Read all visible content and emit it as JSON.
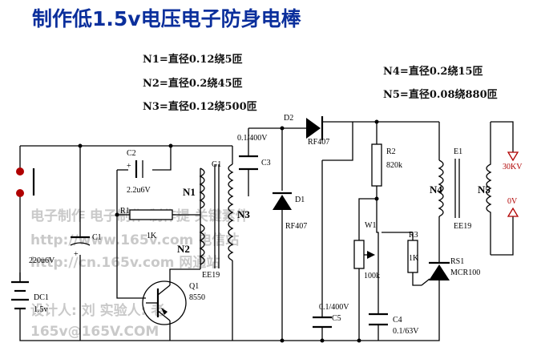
{
  "title": "制作低1.5v电压电子防身电棒",
  "specs": [
    "N1=直径0.12绕5匝",
    "N2=直径0.2绕45匝",
    "N3=直径0.12绕500匝",
    "N4=直径0.2绕15匝",
    "N5=直径0.08绕880匝"
  ],
  "labels": {
    "c2": "C2",
    "c2_val": "2.2u6V",
    "c1": "C1",
    "c1_val": "220u6V",
    "dc1": "DC1",
    "dc1_val": "1.5v",
    "r1": "R1",
    "r1_val": "1K",
    "g1": "G1",
    "n1": "N1",
    "n2": "N2",
    "n3": "N3",
    "ee19_left": "EE19",
    "q1": "Q1",
    "q1_val": "8550",
    "c3_val": "0.1/400V",
    "c3": "C3",
    "d2": "D2",
    "rf407_d2": "RF407",
    "d1": "D1",
    "rf407_d1": "RF407",
    "c5_val": "0.1/400V",
    "c5": "C5",
    "r2": "R2",
    "r2_val": "820k",
    "w1": "W1",
    "w1_val": "100k",
    "r3": "R3",
    "r3_val": "1K",
    "c4": "C4",
    "c4_val": "0.1/63V",
    "e1": "E1",
    "n4": "N4",
    "ee19_right": "EE19",
    "n5": "N5",
    "rs1": "RS1",
    "rs1_val": "MCR100",
    "out_hi": "30KV",
    "out_lo": "0V"
  },
  "watermark": [
    "电子制作 电子制作 制作提 关键素件",
    "http://www.165v.com 电信站",
    "http://cn.165v.com 网通站",
    "设计人: 刘 实验人: 老",
    "165v@165V.COM"
  ],
  "colors": {
    "title": "#0b2f9c",
    "wire": "#000000",
    "output_terminal": "#b00000",
    "watermark": "#c9c9c9"
  }
}
